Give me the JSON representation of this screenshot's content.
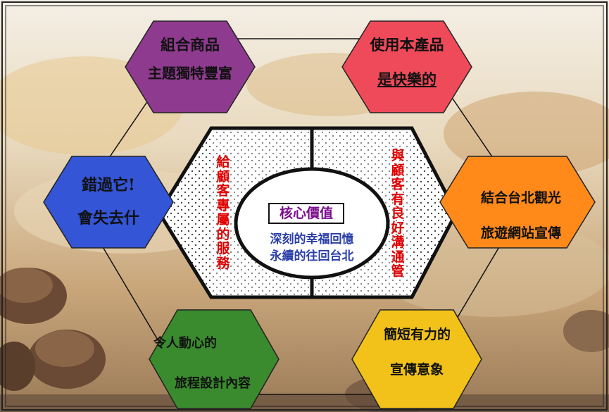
{
  "hexagons": {
    "top_left": {
      "line1": "組合商品",
      "line2": "主題獨特豐富",
      "color": "#8e3a8e"
    },
    "top_right": {
      "line1": "使用本產品",
      "line2": "是快樂的",
      "color": "#ef4a5a"
    },
    "left": {
      "line1": "錯過它!",
      "line2": "會失去什",
      "color": "#3355d6"
    },
    "right": {
      "line1": "結合台北觀光",
      "line2": "旅遊網站宣傳",
      "color": "#ff8a1a"
    },
    "bottom_left": {
      "line1": "令人動心的",
      "line2": "旅程設計內容",
      "color": "#3a8a2e"
    },
    "bottom_right": {
      "line1": "簡短有力的",
      "line2": "宣傳意象",
      "color": "#f2c21a"
    }
  },
  "left_vertical": [
    "給",
    "顧",
    "客",
    "專",
    "屬",
    "的",
    "服",
    "務"
  ],
  "right_vertical": [
    "與",
    "顧",
    "客",
    "有",
    "良",
    "好",
    "溝",
    "通",
    "管"
  ],
  "core": {
    "title": "核心價值",
    "line1": "深刻的幸福回憶",
    "line2": "永續的往回台北"
  },
  "colors": {
    "vertical_text": "#e00000",
    "core_title": "#7b0e8c",
    "core_text": "#2a3fa8"
  }
}
